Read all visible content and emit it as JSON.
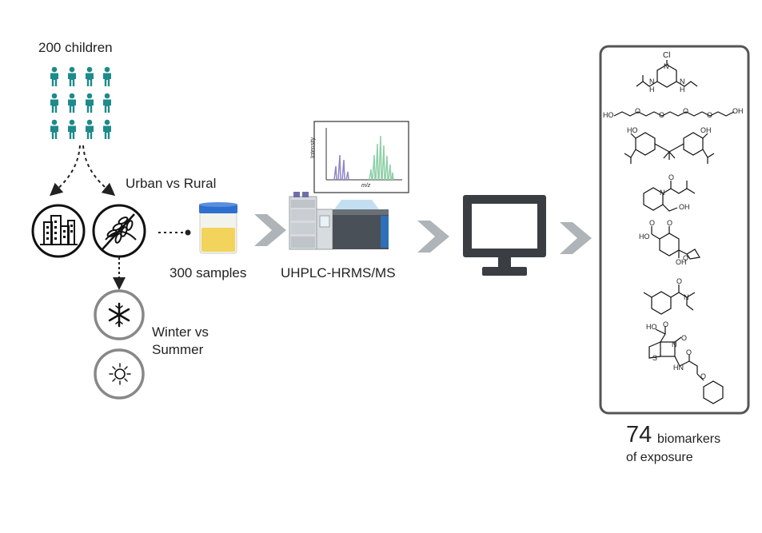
{
  "labels": {
    "children": "200 children",
    "urban_rural": "Urban vs Rural",
    "samples": "300 samples",
    "instrument": "UHPLC-HRMS/MS",
    "season_line1": "Winter vs",
    "season_line2": "Summer",
    "biomarker_count": "74",
    "biomarker_label": "biomarkers",
    "biomarker_label2": "of exposure",
    "spectrum_y": "Intensity",
    "spectrum_x": "m/z"
  },
  "structures": {
    "s1_top": "Cl",
    "s1_n1": "N",
    "s1_n2": "N",
    "s1_n3": "N",
    "s1_h1": "H",
    "s1_h2": "H",
    "s2_left": "HO",
    "s2_right": "OH",
    "s2_o": "O",
    "s3_ho1": "HO",
    "s3_oh2": "OH",
    "s4_o": "O",
    "s4_n": "N",
    "s4_oh": "OH",
    "s5_ho": "HO",
    "s5_o": "O",
    "s5_oh": "OH",
    "s6_o": "O",
    "s6_n": "N",
    "s7_ho": "HO",
    "s7_o": "O",
    "s7_s": "S",
    "s7_n": "N",
    "s7_nh": "HN"
  },
  "colors": {
    "people": "#1e8a8a",
    "arrow": "#aeb4b8",
    "box_border": "#555555",
    "monitor": "#3a3e42",
    "spectrum_purple": "#8f87c8",
    "spectrum_green": "#8fd0a8",
    "urine_cap": "#2f6fd0",
    "urine_fluid": "#f2d45c"
  }
}
